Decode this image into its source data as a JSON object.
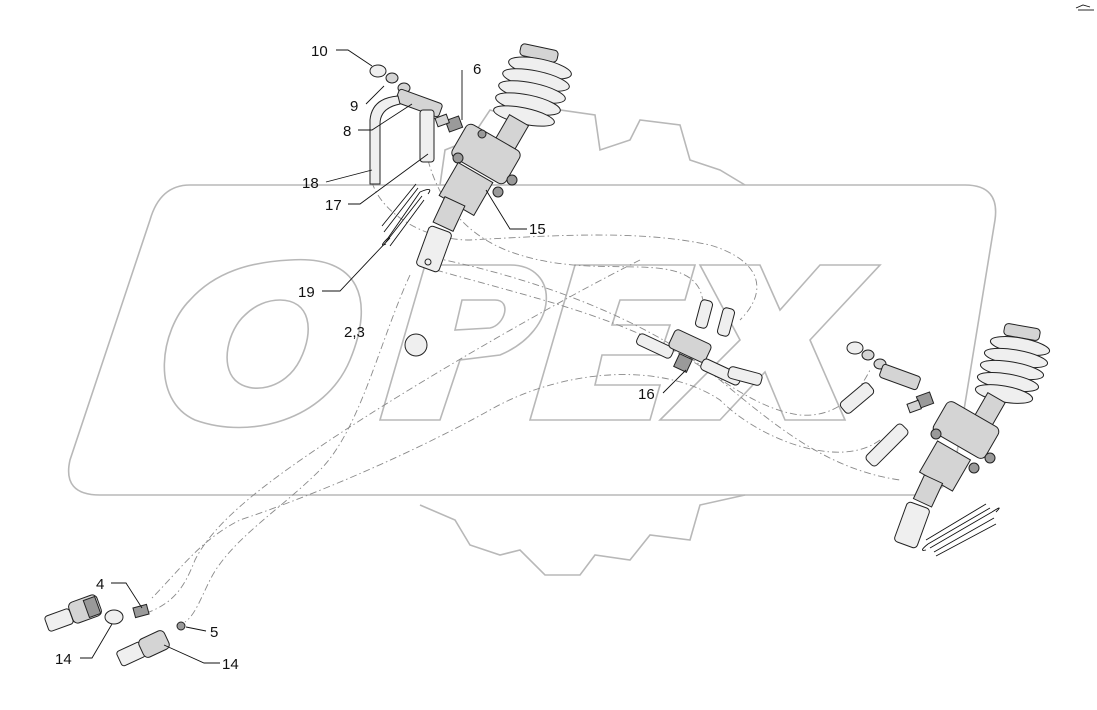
{
  "watermark": {
    "text": "OPEX"
  },
  "corner_mark": {
    "icon": "small-arrow-icon"
  },
  "callouts": [
    {
      "id": "c10",
      "label": "10"
    },
    {
      "id": "c9",
      "label": "9"
    },
    {
      "id": "c8",
      "label": "8"
    },
    {
      "id": "c6",
      "label": "6"
    },
    {
      "id": "c18",
      "label": "18"
    },
    {
      "id": "c17",
      "label": "17"
    },
    {
      "id": "c15",
      "label": "15"
    },
    {
      "id": "c19",
      "label": "19"
    },
    {
      "id": "c23",
      "label": "2,3"
    },
    {
      "id": "c16",
      "label": "16"
    },
    {
      "id": "c4",
      "label": "4"
    },
    {
      "id": "c5",
      "label": "5"
    },
    {
      "id": "c14a",
      "label": "14"
    },
    {
      "id": "c14b",
      "label": "14"
    }
  ],
  "colors": {
    "line": "#111111",
    "watermark": "#b8b8b8",
    "hose": "#8a8a8a",
    "part_fill": "#d4d4d4"
  }
}
